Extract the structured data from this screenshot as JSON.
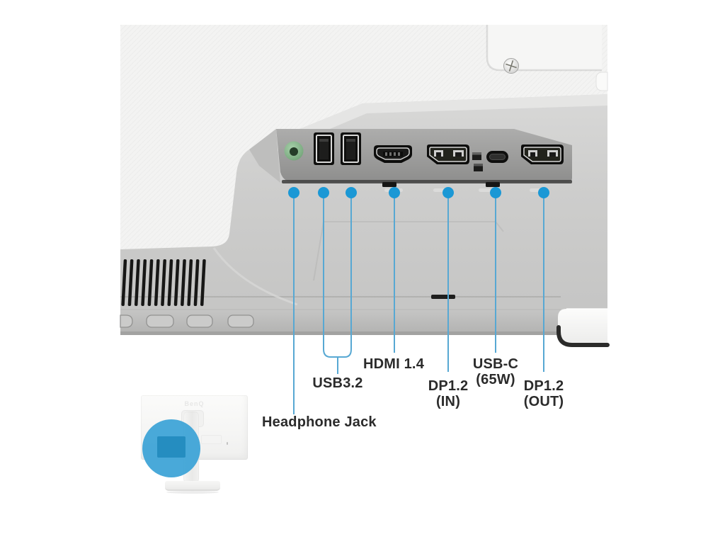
{
  "image_type": "monitor rear port diagram",
  "colors": {
    "accent_dot_blue": "#1b98d5",
    "leader_line_blue": "#57a8d3",
    "highlight_circle_blue": "#3ba3d6",
    "headphone_jack_green": "#82b287",
    "label_text": "#2b2b2b",
    "port_panel_gray": "#9c9c9b",
    "chassis_white": "#f3f3f2"
  },
  "labels": {
    "headphone": "Headphone Jack",
    "usb": "USB3.2",
    "hdmi": "HDMI 1.4",
    "dp_in": [
      "DP1.2",
      "(IN)"
    ],
    "usb_c": [
      "USB-C",
      "(65W)"
    ],
    "dp_out": [
      "DP1.2",
      "(OUT)"
    ]
  },
  "ports_depicted": [
    "headphone-jack",
    "usb-a-port-1",
    "usb-a-port-2",
    "hdmi-port",
    "displayport-in",
    "usb-c-port",
    "displayport-out"
  ],
  "inset": {
    "logo": "BenQ"
  }
}
